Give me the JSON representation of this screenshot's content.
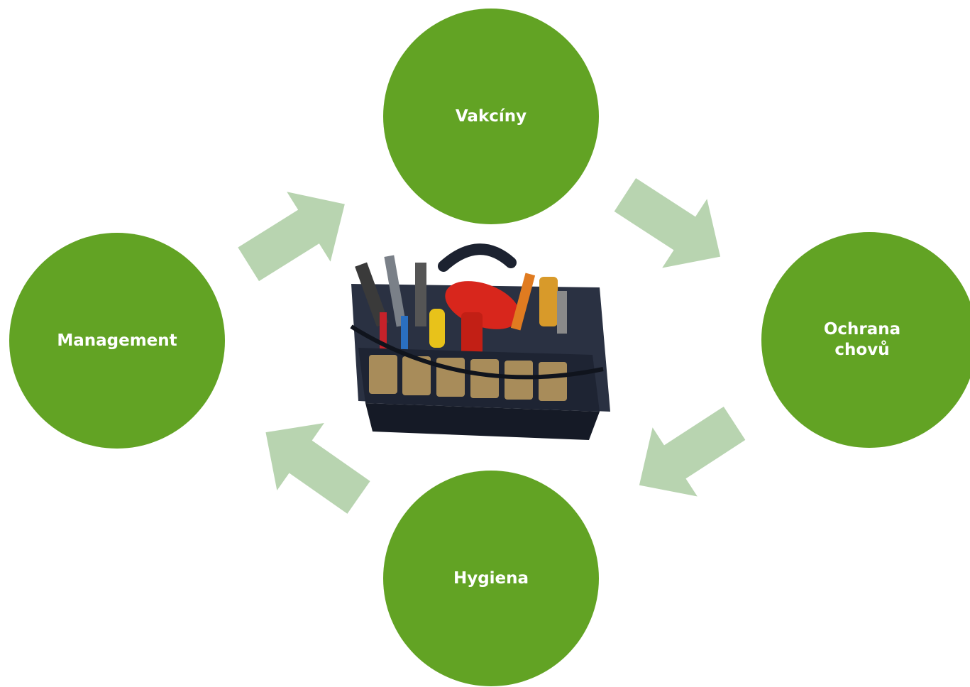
{
  "colors": {
    "node_fill": "#62a324",
    "arrow_fill": "#b8d4b0",
    "node_text": "#ffffff"
  },
  "nodes": {
    "vakciny": "Vakcíny",
    "ochrana": "Ochrana chovů",
    "management": "Management",
    "hygiena": "Hygiena"
  },
  "center_image": {
    "icon": "toolbag-icon"
  }
}
